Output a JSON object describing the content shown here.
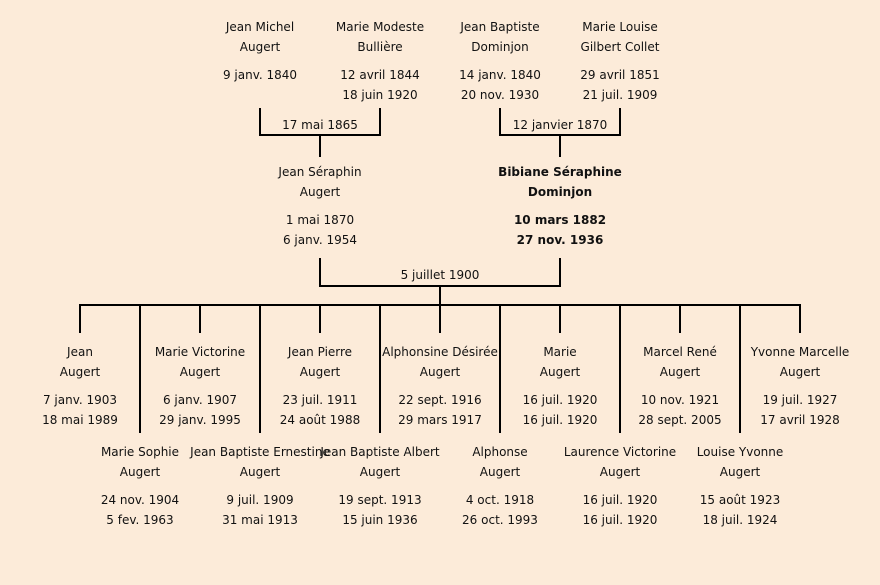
{
  "grandparents": [
    {
      "first": "Jean Michel",
      "last": "Augert",
      "birth": "9 janv. 1840",
      "death": ""
    },
    {
      "first": "Marie Modeste",
      "last": "Bullière",
      "birth": "12 avril 1844",
      "death": "18 juin 1920"
    },
    {
      "first": "Jean Baptiste",
      "last": "Dominjon",
      "birth": "14 janv. 1840",
      "death": "20 nov. 1930"
    },
    {
      "first": "Marie Louise",
      "last": "Gilbert Collet",
      "birth": "29 avril 1851",
      "death": "21 juil. 1909"
    }
  ],
  "grandparent_marriages": [
    "17 mai 1865",
    "12 janvier 1870"
  ],
  "parents": [
    {
      "first": "Jean Séraphin",
      "last": "Augert",
      "birth": "1 mai 1870",
      "death": "6 janv. 1954"
    },
    {
      "first": "Bibiane Séraphine",
      "last": "Dominjon",
      "birth": "10 mars 1882",
      "death": "27 nov. 1936"
    }
  ],
  "parent_marriage": "5 juillet 1900",
  "children": [
    {
      "first": "Jean",
      "last": "Augert",
      "birth": "7 janv. 1903",
      "death": "18 mai 1989"
    },
    {
      "first": "Marie Sophie",
      "last": "Augert",
      "birth": "24 nov. 1904",
      "death": "5 fev. 1963"
    },
    {
      "first": "Marie Victorine",
      "last": "Augert",
      "birth": "6 janv. 1907",
      "death": "29 janv. 1995"
    },
    {
      "first": "Jean Baptiste Ernestine",
      "last": "Augert",
      "birth": "9 juil. 1909",
      "death": "31 mai 1913"
    },
    {
      "first": "Jean Pierre",
      "last": "Augert",
      "birth": "23 juil. 1911",
      "death": "24 août 1988"
    },
    {
      "first": "Jean Baptiste Albert",
      "last": "Augert",
      "birth": "19 sept. 1913",
      "death": "15 juin 1936"
    },
    {
      "first": "Alphonsine Désirée",
      "last": "Augert",
      "birth": "22 sept. 1916",
      "death": "29 mars 1917"
    },
    {
      "first": "Alphonse",
      "last": "Augert",
      "birth": "4 oct. 1918",
      "death": "26 oct. 1993"
    },
    {
      "first": "Marie",
      "last": "Augert",
      "birth": "16 juil. 1920",
      "death": "16 juil. 1920"
    },
    {
      "first": "Laurence Victorine",
      "last": "Augert",
      "birth": "16 juil. 1920",
      "death": "16 juil. 1920"
    },
    {
      "first": "Marcel René",
      "last": "Augert",
      "birth": "10 nov. 1921",
      "death": "28 sept. 2005"
    },
    {
      "first": "Louise Yvonne",
      "last": "Augert",
      "birth": "15 août 1923",
      "death": "18 juil. 1924"
    },
    {
      "first": "Yvonne Marcelle",
      "last": "Augert",
      "birth": "19 juil. 1927",
      "death": "17 avril 1928"
    }
  ]
}
